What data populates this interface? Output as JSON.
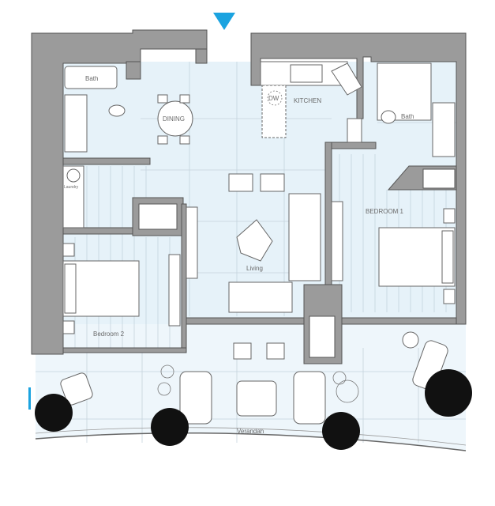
{
  "plan": {
    "entry_marker_color": "#1ba3e0",
    "rooms": {
      "bath_left": "Bath",
      "dining": "DINING",
      "dishwasher": "DW",
      "kitchen": "KITCHEN",
      "bath_right": "Bath",
      "laundry": "Laundry",
      "bedroom1": "BEDROOM 1",
      "living": "Living",
      "bedroom2": "Bedroom 2",
      "verandah": "Verandah"
    }
  }
}
